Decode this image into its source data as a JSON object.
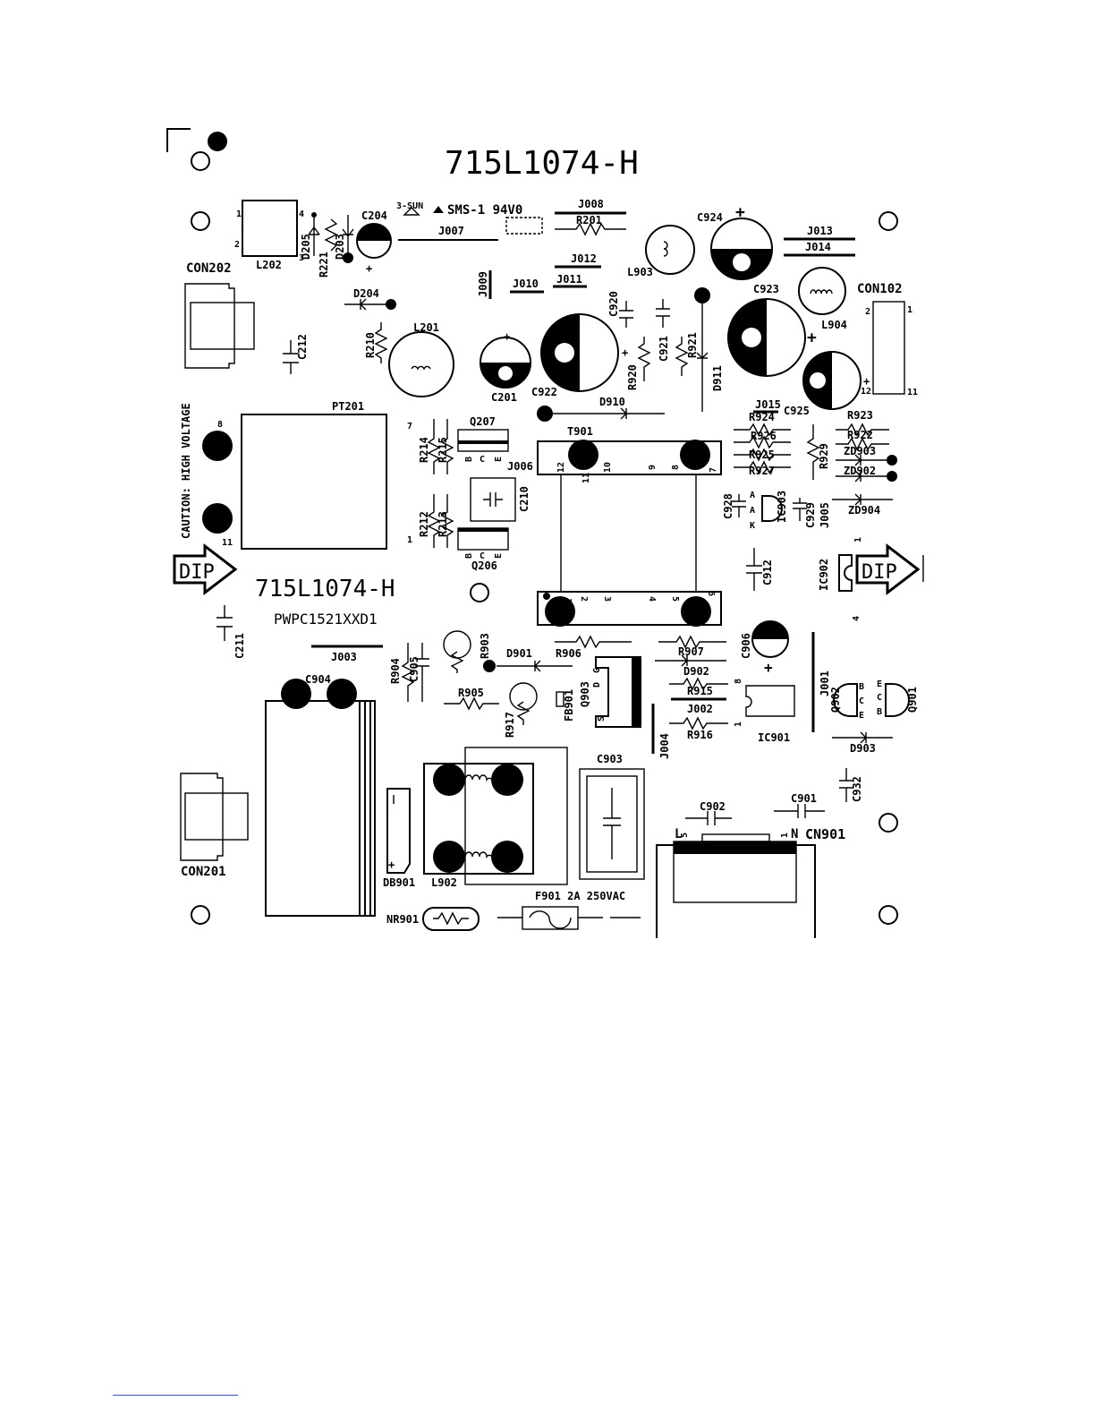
{
  "board": {
    "part_number_top": "715L1074-H",
    "part_number_mid": "715L1074-H",
    "pcb_code": "PWPC1521XXD1",
    "ul_mark": "SMS-1 94V0",
    "maker_mark": "3-SUN",
    "caution": "CAUTION: HIGH VOLTAGE",
    "dip_label": "DIP",
    "fuse_rating": "F901 2A 250VAC"
  },
  "labels": {
    "CON202": "CON202",
    "CON201": "CON201",
    "CON102": "CON102",
    "CN901": "CN901",
    "L202": "L202",
    "L201": "L201",
    "L903": "L903",
    "L904": "L904",
    "L902": "L902",
    "C204": "C204",
    "C201": "C201",
    "C212": "C212",
    "C211": "C211",
    "C924": "C924",
    "C923": "C923",
    "C922": "C922",
    "C920": "C920",
    "C921": "C921",
    "C925": "C925",
    "C928": "C928",
    "C929": "C929",
    "C912": "C912",
    "C906": "C906",
    "C905": "C905",
    "C904": "C904",
    "C903": "C903",
    "C902": "C902",
    "C901": "C901",
    "C932": "C932",
    "C210": "C210",
    "D205": "D205",
    "D203": "D203",
    "D204": "D204",
    "D910": "D910",
    "D911": "D911",
    "D901": "D901",
    "D902": "D902",
    "D903": "D903",
    "R221": "R221",
    "R210": "R210",
    "R201": "R201",
    "R214": "R214",
    "R215": "R215",
    "R212": "R212",
    "R213": "R213",
    "R920": "R920",
    "R921": "R921",
    "R924": "R924",
    "R926": "R926",
    "R925": "R925",
    "R927": "R927",
    "R929": "R929",
    "R923": "R923",
    "R922": "R922",
    "R903": "R903",
    "R904": "R904",
    "R905": "R905",
    "R906": "R906",
    "R907": "R907",
    "R915": "R915",
    "R916": "R916",
    "R917": "R917",
    "J007": "J007",
    "J008": "J008",
    "J009": "J009",
    "J010": "J010",
    "J011": "J011",
    "J012": "J012",
    "J013": "J013",
    "J014": "J014",
    "J015": "J015",
    "J006": "J006",
    "J005": "J005",
    "J003": "J003",
    "J002": "J002",
    "J001": "J001",
    "J004": "J004",
    "PT201": "PT201",
    "T901": "T901",
    "Q207": "Q207",
    "Q206": "Q206",
    "Q903": "Q903",
    "Q902": "Q902",
    "Q901": "Q901",
    "IC903": "IC903",
    "IC902": "IC902",
    "IC901": "IC901",
    "ZD903": "ZD903",
    "ZD902": "ZD902",
    "ZD904": "ZD904",
    "FB901": "FB901",
    "DB901": "DB901",
    "NR901": "NR901"
  },
  "pins": {
    "p1": "1",
    "p2": "2",
    "p3": "3",
    "p4": "4",
    "p5": "5",
    "p6": "6",
    "p7": "7",
    "p8": "8",
    "p9": "9",
    "p10": "10",
    "p11": "11",
    "p12": "12",
    "B": "B",
    "C": "C",
    "E": "E",
    "A": "A",
    "K": "K",
    "D": "D",
    "G": "G",
    "S": "S",
    "L": "L",
    "N": "N",
    "plus": "+"
  }
}
